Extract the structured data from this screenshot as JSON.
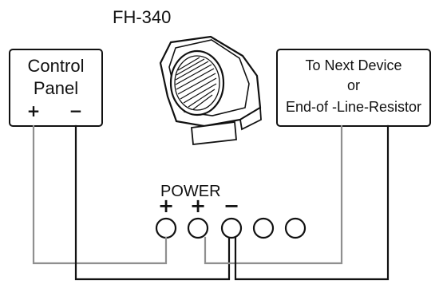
{
  "diagram": {
    "model_label": "FH-340",
    "control_panel": {
      "line1": "Control",
      "line2": "Panel",
      "plus": "+",
      "minus": "−"
    },
    "next_device": {
      "line1": "To Next Device",
      "line2": "or",
      "line3": "End-of -Line-Resistor"
    },
    "power_label": "POWER",
    "terminal_symbols": [
      "+",
      "+",
      "−"
    ],
    "terminal_count": 5,
    "colors": {
      "line": "#111111",
      "wire_gray": "#8f8f8f",
      "background": "#ffffff"
    },
    "icons": [
      "horn-speaker-icon",
      "terminal-screw-icon"
    ]
  }
}
